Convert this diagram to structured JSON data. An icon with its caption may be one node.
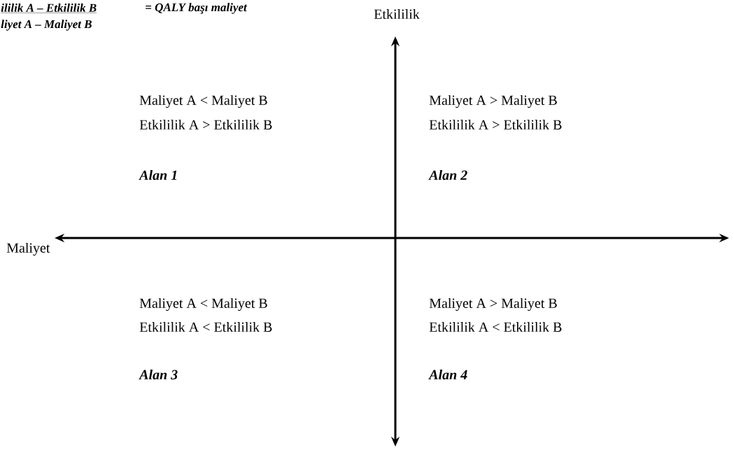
{
  "diagram": {
    "labels": [
      "ililik A – Etkililik B",
      "= QALY başı maliyet",
      "Etkililik",
      "liyet A – Maliyet B",
      "Maliyet A < Maliyet B",
      "Etkililik A > Etkililik B",
      "Maliyet A > Maliyet B",
      "Etkililik A > Etkililik B",
      "Alan 1",
      "Alan 2",
      "Maliyet",
      "Maliyet A < Maliyet B",
      "Etkililik A < Etkililik B",
      "Maliyet A > Maliyet B",
      "Etkililik A < Etkililik B",
      "Alan 3",
      "Alan 4"
    ]
  }
}
